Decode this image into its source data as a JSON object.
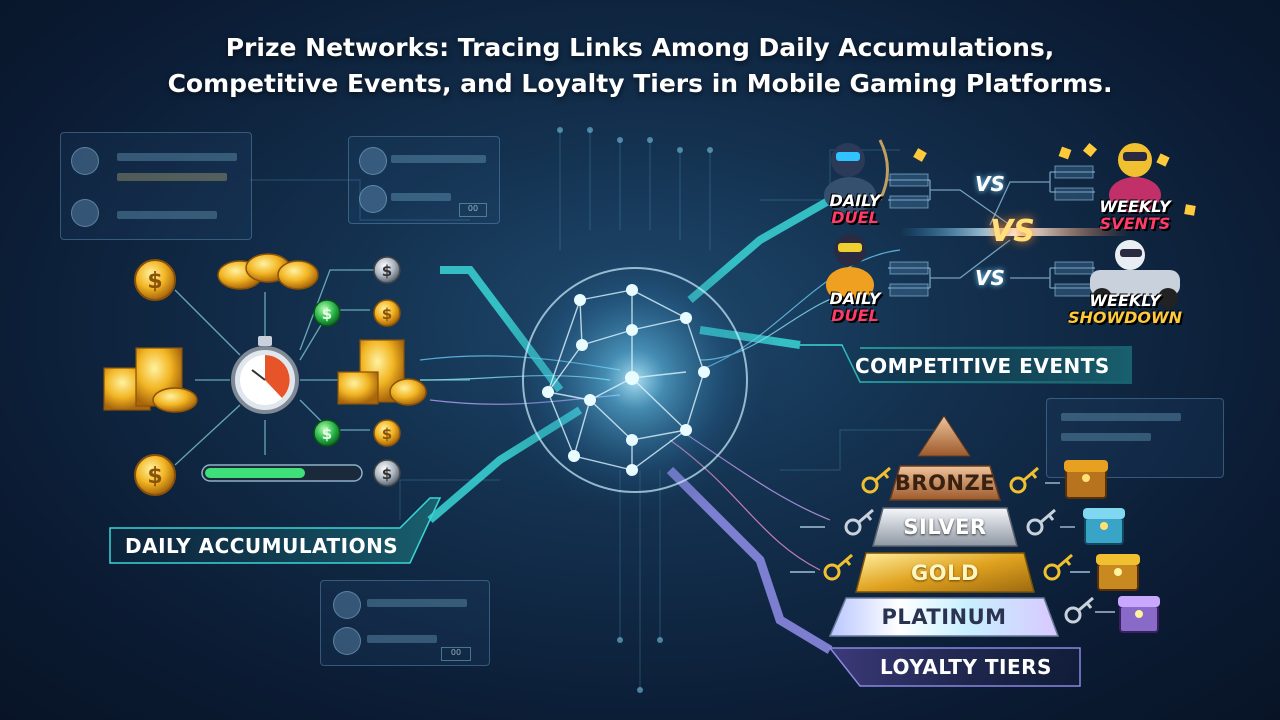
{
  "title": {
    "line1": "Prize Networks: Tracing Links Among Daily Accumulations,",
    "line2": "Competitive Events, and Loyalty Tiers in Mobile Gaming Platforms."
  },
  "sections": {
    "daily": "DAILY ACCUMULATIONS",
    "competitive": "COMPETITIVE EVENTS",
    "loyalty": "LOYALTY TIERS"
  },
  "competitive": {
    "vs": "VS",
    "events": [
      {
        "line1": "DAILY",
        "line2": "DUEL"
      },
      {
        "line1": "WEEKLY",
        "line2": "SVENTS"
      },
      {
        "line1": "DAILY",
        "line2": "DUEL"
      },
      {
        "line1": "WEEKLY",
        "line2": "SHOWDOWN"
      }
    ]
  },
  "tiers": [
    {
      "label": "BRONZE",
      "color": "#c88a5a"
    },
    {
      "label": "SILVER",
      "color": "#c9d0d8"
    },
    {
      "label": "GOLD",
      "color": "#e2b33a"
    },
    {
      "label": "PLATINUM",
      "color": "#dfe6f0"
    }
  ],
  "ghost_panel_text": "00",
  "icons": {
    "coin": "dollar-coin-icon",
    "timer": "stopwatch-icon",
    "key": "key-icon",
    "chest": "treasure-chest-icon",
    "hub": "network-sphere-icon"
  }
}
